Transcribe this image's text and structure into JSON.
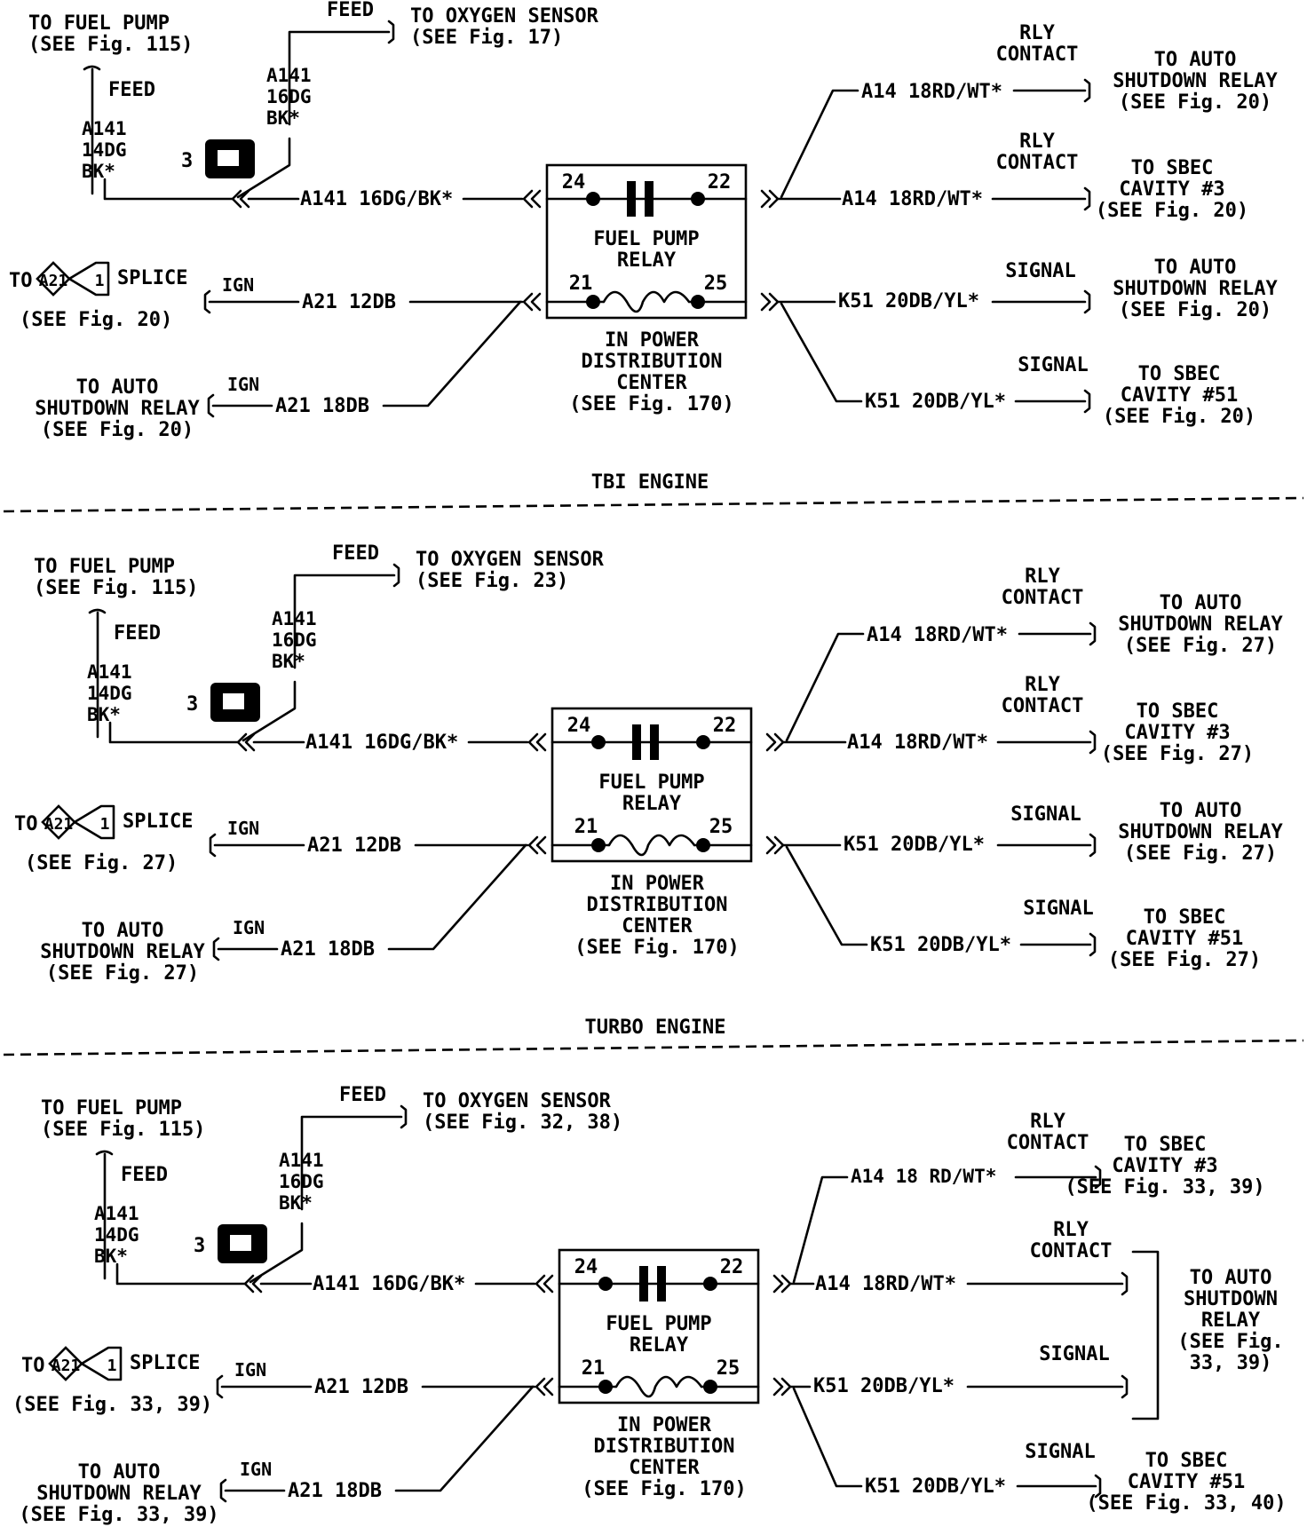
{
  "tbi": {
    "fuel_pump": [
      "TO FUEL PUMP",
      "(SEE Fig. 115)"
    ],
    "feed_top": "FEED",
    "oxygen": [
      "TO OXYGEN SENSOR",
      "(SEE Fig. 17)"
    ],
    "wire_a141_v": [
      "A141",
      "16DG",
      "BK*"
    ],
    "feed_left": "FEED",
    "wire_a141_left": [
      "A141",
      "14DG",
      "BK*"
    ],
    "conn_num": "3",
    "wire_a141_h": "A141 16DG/BK*",
    "splice_to": "TO",
    "splice_id": "A21",
    "splice_num": "1",
    "splice_word": "SPLICE",
    "splice_see": "(SEE Fig. 20)",
    "ign1": "IGN",
    "wire_a21_12": "A21 12DB",
    "asd_left": [
      "TO AUTO",
      "SHUTDOWN RELAY",
      "(SEE Fig. 20)"
    ],
    "ign2": "IGN",
    "wire_a21_18": "A21 18DB",
    "relay": {
      "p24": "24",
      "p22": "22",
      "p21": "21",
      "p25": "25",
      "name": [
        "FUEL PUMP",
        "RELAY"
      ]
    },
    "pdc": [
      "IN POWER",
      "DISTRIBUTION",
      "CENTER",
      "(SEE Fig. 170)"
    ],
    "r1_label": [
      "RLY",
      "CONTACT"
    ],
    "r1_wire": "A14 18RD/WT*",
    "r1_dest": [
      "TO AUTO",
      "SHUTDOWN RELAY",
      "(SEE Fig. 20)"
    ],
    "r2_label": [
      "RLY",
      "CONTACT"
    ],
    "r2_wire": "A14 18RD/WT*",
    "r2_dest": [
      "TO SBEC",
      "CAVITY #3",
      "(SEE Fig. 20)"
    ],
    "r3_label": "SIGNAL",
    "r3_wire": "K51 20DB/YL*",
    "r3_dest": [
      "TO AUTO",
      "SHUTDOWN RELAY",
      "(SEE Fig. 20)"
    ],
    "r4_label": "SIGNAL",
    "r4_wire": "K51 20DB/YL*",
    "r4_dest": [
      "TO SBEC",
      "CAVITY #51",
      "(SEE Fig. 20)"
    ],
    "engine": "TBI ENGINE"
  },
  "turbo": {
    "fuel_pump": [
      "TO FUEL PUMP",
      "(SEE Fig. 115)"
    ],
    "feed_top": "FEED",
    "oxygen": [
      "TO OXYGEN SENSOR",
      "(SEE Fig. 23)"
    ],
    "wire_a141_v": [
      "A141",
      "16DG",
      "BK*"
    ],
    "feed_left": "FEED",
    "wire_a141_left": [
      "A141",
      "14DG",
      "BK*"
    ],
    "conn_num": "3",
    "wire_a141_h": "A141 16DG/BK*",
    "splice_to": "TO",
    "splice_id": "A21",
    "splice_num": "1",
    "splice_word": "SPLICE",
    "splice_see": "(SEE Fig. 27)",
    "ign1": "IGN",
    "wire_a21_12": "A21 12DB",
    "asd_left": [
      "TO AUTO",
      "SHUTDOWN RELAY",
      "(SEE Fig. 27)"
    ],
    "ign2": "IGN",
    "wire_a21_18": "A21 18DB",
    "relay": {
      "p24": "24",
      "p22": "22",
      "p21": "21",
      "p25": "25",
      "name": [
        "FUEL PUMP",
        "RELAY"
      ]
    },
    "pdc": [
      "IN POWER",
      "DISTRIBUTION",
      "CENTER",
      "(SEE Fig. 170)"
    ],
    "r1_label": [
      "RLY",
      "CONTACT"
    ],
    "r1_wire": "A14 18RD/WT*",
    "r1_dest": [
      "TO AUTO",
      "SHUTDOWN RELAY",
      "(SEE Fig. 27)"
    ],
    "r2_label": [
      "RLY",
      "CONTACT"
    ],
    "r2_wire": "A14 18RD/WT*",
    "r2_dest": [
      "TO SBEC",
      "CAVITY #3",
      "(SEE Fig. 27)"
    ],
    "r3_label": "SIGNAL",
    "r3_wire": "K51 20DB/YL*",
    "r3_dest": [
      "TO AUTO",
      "SHUTDOWN RELAY",
      "(SEE Fig. 27)"
    ],
    "r4_label": "SIGNAL",
    "r4_wire": "K51 20DB/YL*",
    "r4_dest": [
      "TO SBEC",
      "CAVITY #51",
      "(SEE Fig. 27)"
    ],
    "engine": "TURBO ENGINE"
  },
  "third": {
    "fuel_pump": [
      "TO FUEL PUMP",
      "(SEE Fig. 115)"
    ],
    "feed_top": "FEED",
    "oxygen": [
      "TO OXYGEN SENSOR",
      "(SEE Fig. 32, 38)"
    ],
    "wire_a141_v": [
      "A141",
      "16DG",
      "BK*"
    ],
    "feed_left": "FEED",
    "wire_a141_left": [
      "A141",
      "14DG",
      "BK*"
    ],
    "conn_num": "3",
    "wire_a141_h": "A141 16DG/BK*",
    "splice_to": "TO",
    "splice_id": "A21",
    "splice_num": "1",
    "splice_word": "SPLICE",
    "splice_see": "(SEE Fig. 33, 39)",
    "ign1": "IGN",
    "wire_a21_12": "A21 12DB",
    "asd_left": [
      "TO AUTO",
      "SHUTDOWN RELAY",
      "(SEE Fig. 33, 39)"
    ],
    "ign2": "IGN",
    "wire_a21_18": "A21 18DB",
    "relay": {
      "p24": "24",
      "p22": "22",
      "p21": "21",
      "p25": "25",
      "name": [
        "FUEL PUMP",
        "RELAY"
      ]
    },
    "pdc": [
      "IN POWER",
      "DISTRIBUTION",
      "CENTER",
      "(SEE Fig. 170)"
    ],
    "r0_label": [
      "RLY",
      "CONTACT"
    ],
    "r0_wire": "A14 18 RD/WT*",
    "r0_dest": [
      "TO SBEC",
      "CAVITY #3",
      "(SEE Fig. 33, 39)"
    ],
    "r1_label": [
      "RLY",
      "CONTACT"
    ],
    "r1_wire": "A14 18RD/WT*",
    "r2_label": "SIGNAL",
    "r2_wire": "K51 20DB/YL*",
    "asd_right": [
      "TO AUTO",
      "SHUTDOWN",
      "RELAY",
      "(SEE Fig.",
      "33, 39)"
    ],
    "r4_label": "SIGNAL",
    "r4_wire": "K51 20DB/YL*",
    "r4_dest": [
      "TO SBEC",
      "CAVITY #51",
      "(SEE Fig. 33, 40)"
    ]
  }
}
